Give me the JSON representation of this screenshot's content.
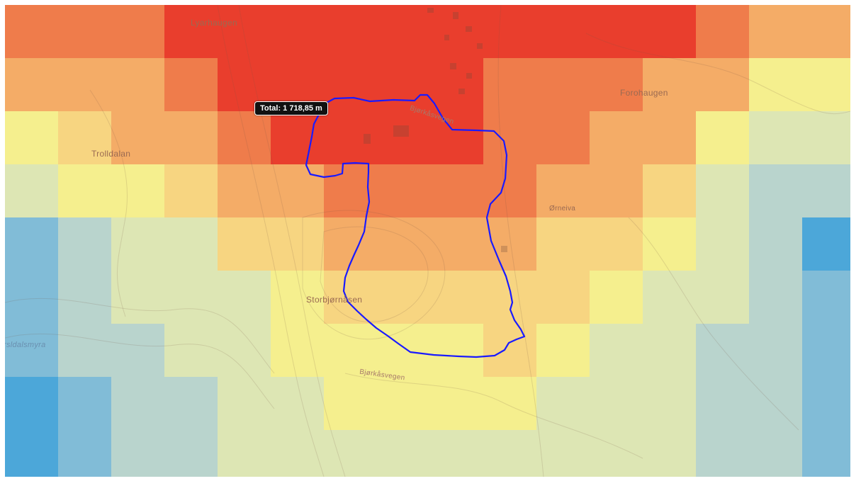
{
  "measurement": {
    "label": "Total: 1 718,85 m"
  },
  "place_labels": {
    "lyarhaugen": "Lyarhaugen",
    "forohaugen": "Forohaugen",
    "trolldalan": "Trolldalan",
    "storbjornasen": "Storbjørnåsen",
    "bjorkasvegen_north": "Bjørkåsvegen",
    "bjorkasvegen_south": "Bjørkåsvegen",
    "orneiva": "Ørneiva",
    "myra": "rsldalsmyra"
  },
  "heatmap": {
    "columns": 16,
    "rows": 9,
    "palette": [
      "#3fa3d8",
      "#78b9d6",
      "#b5d3cb",
      "#dce6b0",
      "#f5f088",
      "#f7d47a",
      "#f4a85e",
      "#ef7440",
      "#e8321f"
    ],
    "levels": [
      [
        7,
        7,
        7,
        8,
        8,
        8,
        8,
        8,
        8,
        8,
        8,
        8,
        8,
        7,
        6,
        6
      ],
      [
        6,
        6,
        6,
        7,
        8,
        8,
        8,
        8,
        8,
        7,
        7,
        7,
        6,
        6,
        4,
        4
      ],
      [
        4,
        5,
        6,
        6,
        7,
        8,
        8,
        8,
        8,
        7,
        7,
        6,
        6,
        4,
        3,
        3
      ],
      [
        3,
        4,
        4,
        5,
        6,
        6,
        7,
        7,
        7,
        7,
        6,
        6,
        5,
        3,
        2,
        2
      ],
      [
        1,
        2,
        3,
        3,
        5,
        5,
        6,
        6,
        6,
        6,
        5,
        5,
        4,
        3,
        2,
        0
      ],
      [
        1,
        2,
        3,
        3,
        3,
        4,
        5,
        5,
        5,
        5,
        5,
        4,
        3,
        3,
        2,
        1
      ],
      [
        1,
        2,
        2,
        3,
        3,
        4,
        4,
        4,
        4,
        5,
        4,
        3,
        3,
        2,
        2,
        1
      ],
      [
        0,
        1,
        2,
        2,
        3,
        3,
        4,
        4,
        4,
        4,
        3,
        3,
        3,
        2,
        2,
        1
      ],
      [
        0,
        1,
        2,
        2,
        3,
        3,
        3,
        3,
        3,
        3,
        3,
        3,
        3,
        2,
        2,
        1
      ]
    ]
  },
  "track": {
    "color": "#1a1aff"
  }
}
